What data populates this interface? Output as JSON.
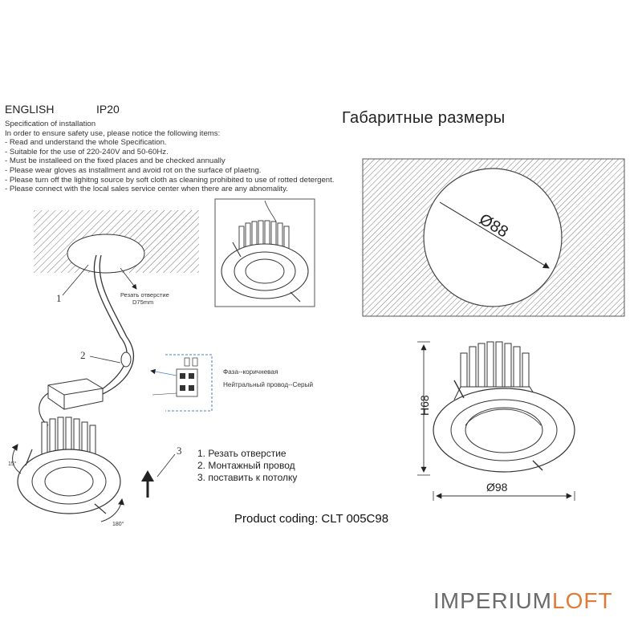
{
  "header": {
    "language": "ENGLISH",
    "ip_rating": "IP20"
  },
  "specification": {
    "lines": [
      "Specification of installation",
      "In order to ensure safety use, please notice the following items:",
      "- Read and understand the whole Specification.",
      "- Suitable for the use of 220-240V and 50-60Hz.",
      "- Must be installeed on the fixed places and be checked annually",
      "- Please wear gloves as installment and avoid rot on the surface of plaetng.",
      "- Please turn off the lighitng source by soft cloth as cleaning prohibited to use of rotted detergent.",
      "- Please connect with the local sales service center when there are any abnomality."
    ]
  },
  "install_diagram": {
    "hole_label_1": "Резать отверстие",
    "hole_label_2": "D75mm",
    "callout_1": "1",
    "callout_2": "2",
    "callout_3": "3",
    "rotate_1": "15°",
    "rotate_2": "180°"
  },
  "wiring": {
    "phase": "Фаза--коричневая",
    "neutral": "Нейтральный провод--Серый"
  },
  "steps": [
    "1.  Резать отверстие",
    "2.  Монтажный провод",
    "3.  поставить к потолку"
  ],
  "dimensions": {
    "title": "Габаритные размеры",
    "cutout": "Ø88",
    "height": "H68",
    "diameter": "Ø98"
  },
  "product": {
    "coding": "Product coding: CLT 005C98"
  },
  "brand": {
    "part1": "IMPERIUM",
    "part2": "LOFT",
    "accent_color": "#e07b39",
    "gray_color": "#6b6b6b"
  }
}
